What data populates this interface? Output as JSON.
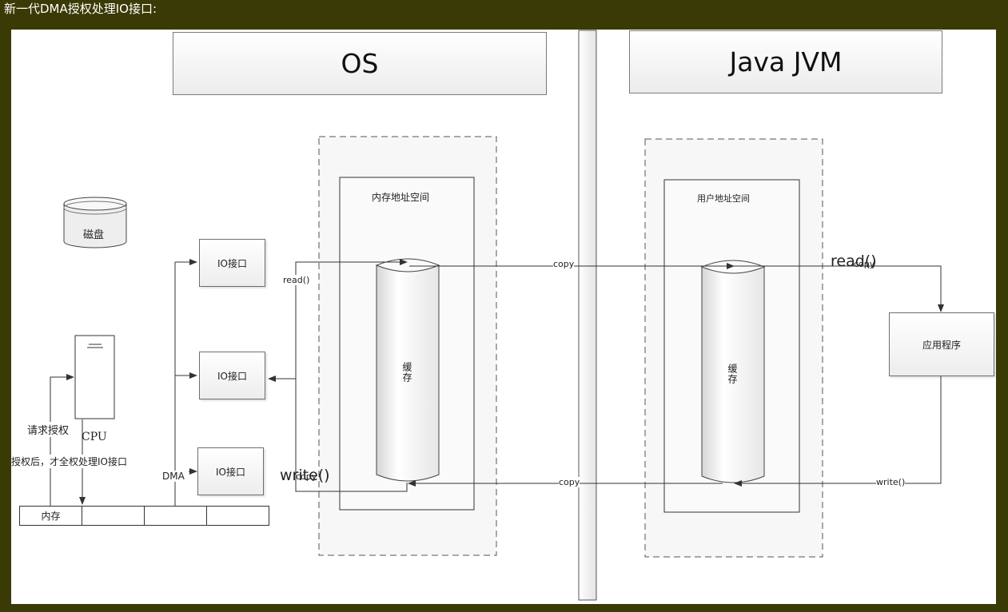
{
  "heading": "新一代DMA授权处理IO接口:",
  "headers": {
    "os": "OS",
    "jvm": "Java JVM"
  },
  "disk": "磁盘",
  "cpu": "CPU",
  "request_auth": "请求授权",
  "after_auth": "授权后，才全权处理IO接口",
  "memory_cells": [
    "内存",
    "",
    "",
    ""
  ],
  "dma": "DMA",
  "io_interfaces": [
    "IO接口",
    "IO接口",
    "IO接口"
  ],
  "kernel_space": "内存地址空间",
  "user_space": "用户地址空间",
  "buffer_os": "缓存",
  "buffer_jvm": "缓存",
  "app": "应用程序",
  "labels": {
    "read_small": "read()",
    "copy_top": "copy",
    "read_big": "read()",
    "copy_top_right": "copy",
    "write_big": "write()",
    "copy_bottom_left": "copy",
    "copy_bottom": "copy",
    "write_small": "write()"
  }
}
